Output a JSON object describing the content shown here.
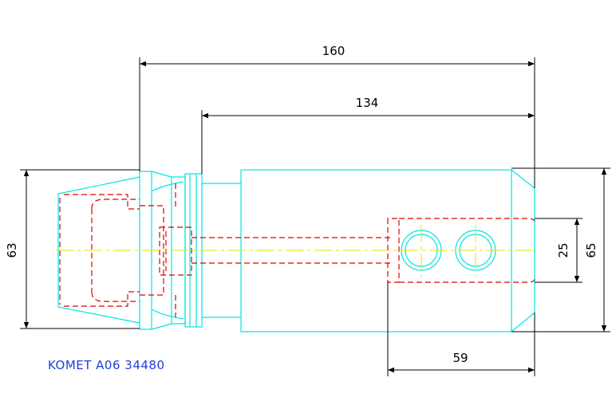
{
  "drawing": {
    "dimensions": {
      "overall_length": "160",
      "body_length": "134",
      "left_height": "63",
      "bore_diameter": "25",
      "right_height": "65",
      "bore_depth": "59"
    },
    "part_label": "KOMET A06 34480"
  },
  "colors": {
    "outline": "#00e5e5",
    "hidden": "#e00000",
    "centerline": "#e6e600",
    "dimension": "#000000",
    "label": "#1f3fd6"
  }
}
